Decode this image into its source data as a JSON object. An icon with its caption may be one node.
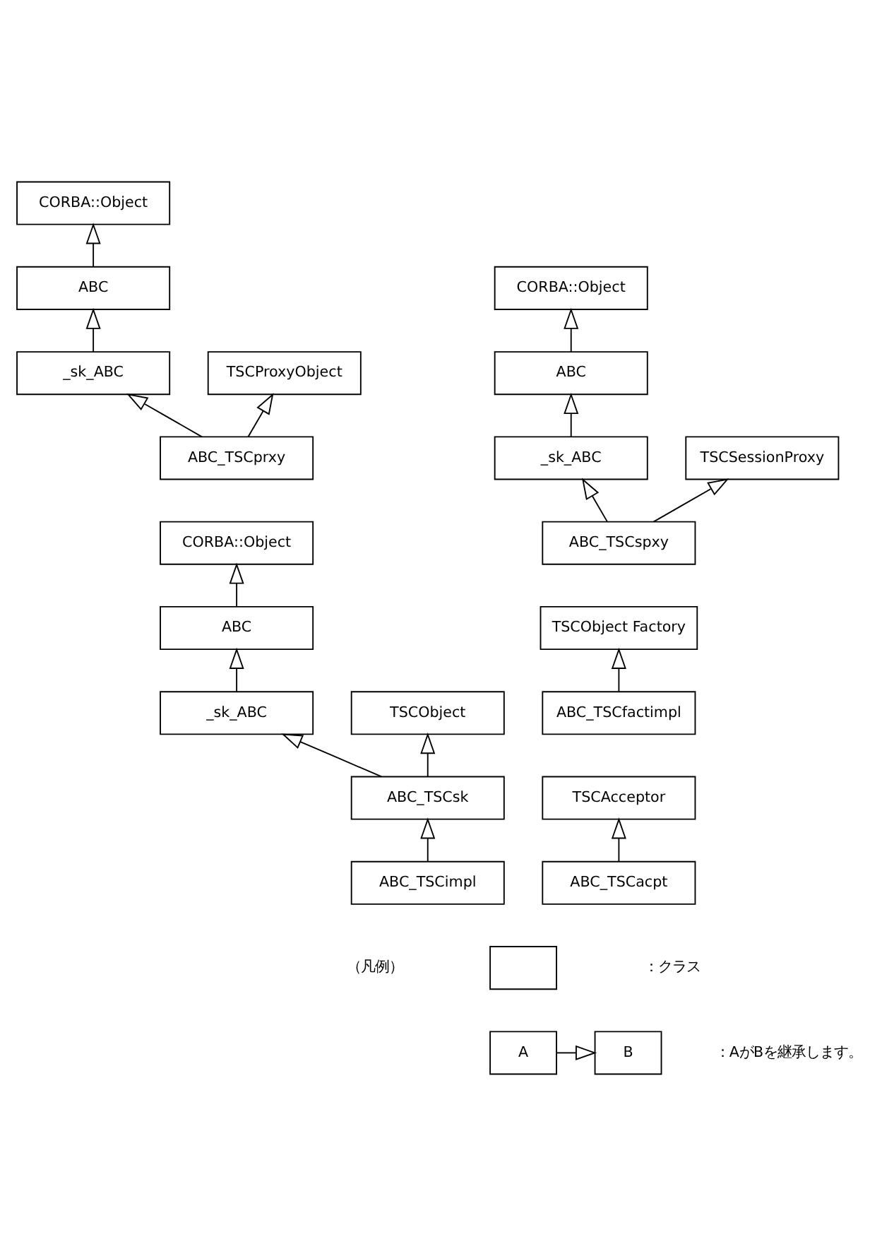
{
  "diagram": {
    "nodes": [
      {
        "text": [
          "CORBA::Object"
        ]
      },
      {
        "text": [
          "ABC"
        ]
      },
      {
        "text": [
          "_sk_ABC"
        ]
      },
      {
        "text": [
          "TSCProxyObject"
        ]
      },
      {
        "text": [
          "ABC_TSCprxy"
        ]
      },
      {
        "text": [
          "CORBA::Object"
        ]
      },
      {
        "text": [
          "ABC"
        ]
      },
      {
        "text": [
          "_sk_ABC"
        ]
      },
      {
        "text": [
          "TSCSessionProxy"
        ]
      },
      {
        "text": [
          "ABC_TSCspxy"
        ]
      },
      {
        "text": [
          "CORBA::Object"
        ]
      },
      {
        "text": [
          "ABC"
        ]
      },
      {
        "text": [
          "_sk_ABC"
        ]
      },
      {
        "text": [
          "TSCObject"
        ]
      },
      {
        "text": [
          "ABC_TSCsk"
        ]
      },
      {
        "text": [
          "ABC_TSCimpl"
        ]
      },
      {
        "text": [
          "TSCObject Factory"
        ]
      },
      {
        "text": [
          "ABC_TSCfactimpl"
        ]
      },
      {
        "text": [
          "TSCAcceptor"
        ]
      },
      {
        "text": [
          "ABC_TSCacpt"
        ]
      },
      {
        "text": [],
        "shape": "box"
      },
      {
        "text": [
          "A"
        ]
      },
      {
        "text": [
          "B"
        ]
      }
    ],
    "edges": [
      {
        "from": 1,
        "to": 0,
        "arrow": "to"
      },
      {
        "from": 2,
        "to": 1,
        "arrow": "to"
      },
      {
        "from": 4,
        "to": 2,
        "arrow": "to"
      },
      {
        "from": 4,
        "to": 3,
        "arrow": "to"
      },
      {
        "from": 6,
        "to": 5,
        "arrow": "to"
      },
      {
        "from": 7,
        "to": 6,
        "arrow": "to"
      },
      {
        "from": 9,
        "to": 7,
        "arrow": "to"
      },
      {
        "from": 9,
        "to": 8,
        "arrow": "to"
      },
      {
        "from": 11,
        "to": 10,
        "arrow": "to"
      },
      {
        "from": 12,
        "to": 11,
        "arrow": "to"
      },
      {
        "from": 14,
        "to": 12,
        "arrow": "to"
      },
      {
        "from": 14,
        "to": 13,
        "arrow": "to"
      },
      {
        "from": 15,
        "to": 14,
        "arrow": "to"
      },
      {
        "from": 17,
        "to": 16,
        "arrow": "to"
      },
      {
        "from": 19,
        "to": 18,
        "arrow": "to"
      },
      {
        "from": 21,
        "to": 22,
        "arrow": "to"
      }
    ],
    "labels": [
      "（凡例）",
      "：クラス",
      "：AがBを継承します。"
    ]
  }
}
